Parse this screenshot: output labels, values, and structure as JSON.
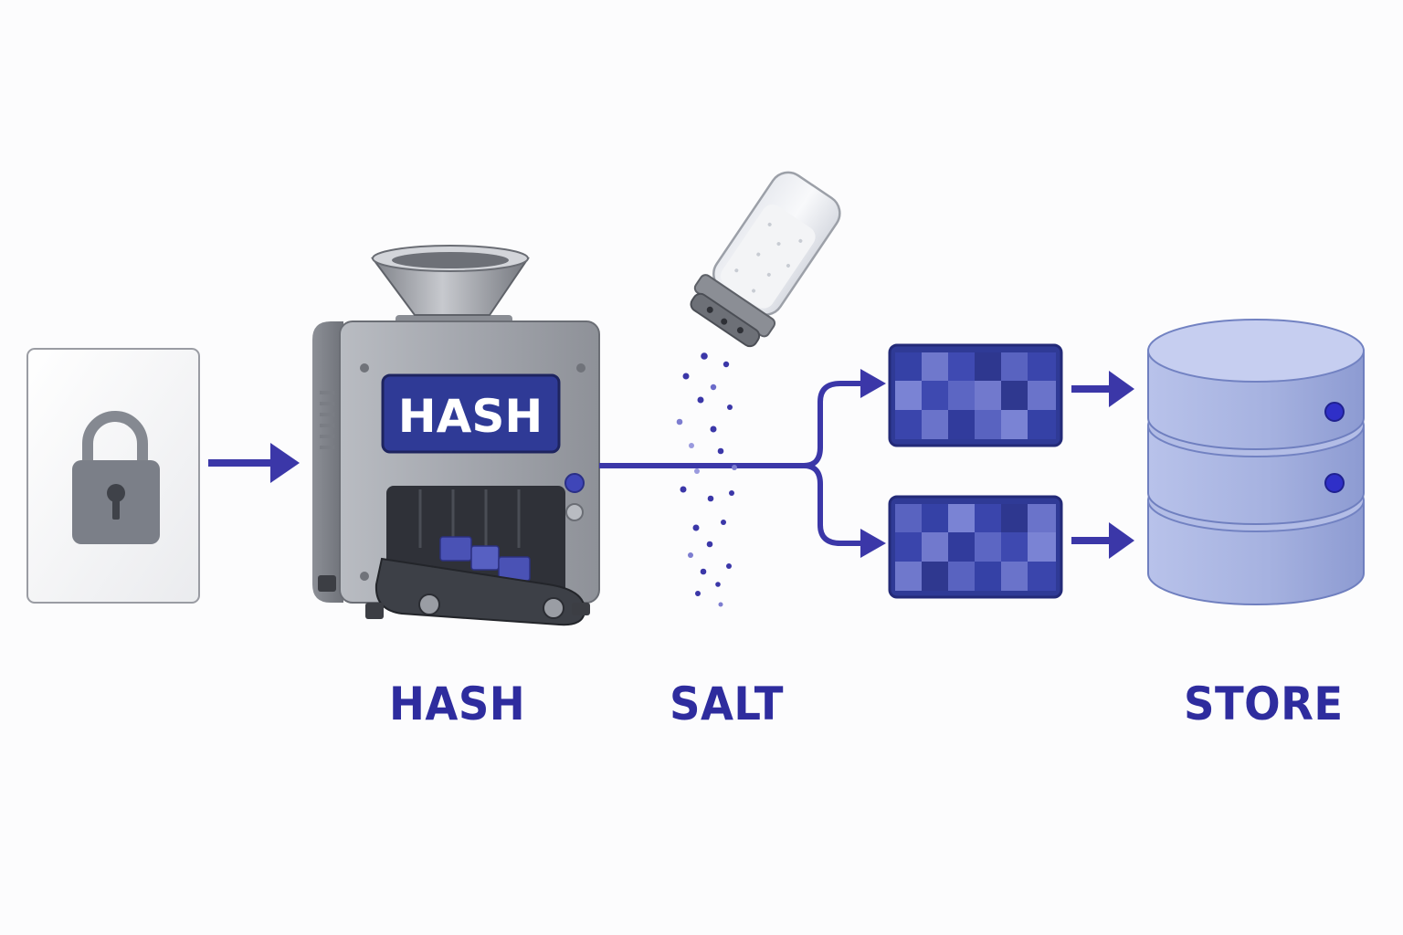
{
  "colors": {
    "accent": "#3b37a8",
    "label_text": "#2e2c9e",
    "plate_blue": "#2f3a96",
    "metal_gray": "#9a9da4",
    "database_blue": "#a9b5e0",
    "lock_gray": "#7b7f88"
  },
  "steps": [
    {
      "id": "password",
      "icon": "padlock-icon",
      "label": ""
    },
    {
      "id": "hash",
      "icon": "hash-machine-icon",
      "label": "HASH"
    },
    {
      "id": "salt",
      "icon": "salt-shaker-icon",
      "label": "SALT"
    },
    {
      "id": "outputs",
      "icon": "hashed-block-icon",
      "label": "",
      "count": 2
    },
    {
      "id": "store",
      "icon": "database-icon",
      "label": "STORE"
    }
  ],
  "machine": {
    "plate_text": "HASH"
  },
  "labels": {
    "hash": "HASH",
    "salt": "SALT",
    "store": "STORE"
  }
}
